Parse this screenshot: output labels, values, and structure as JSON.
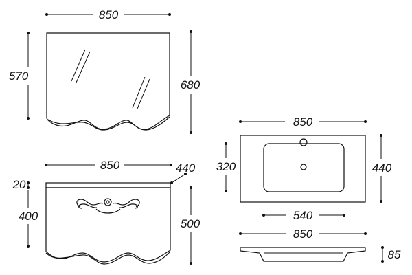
{
  "mirror": {
    "width_label": "850",
    "height_label": "570",
    "total_height_label": "680"
  },
  "cabinet": {
    "width_label": "850",
    "depth_label": "440",
    "top_thickness_label": "20",
    "body_height_label": "400",
    "total_height_label": "500"
  },
  "basin_top": {
    "width_label": "850",
    "depth_label": "440",
    "bowl_depth_label": "320",
    "bowl_width_label": "540"
  },
  "basin_side": {
    "width_label": "850",
    "thickness_label": "85"
  }
}
